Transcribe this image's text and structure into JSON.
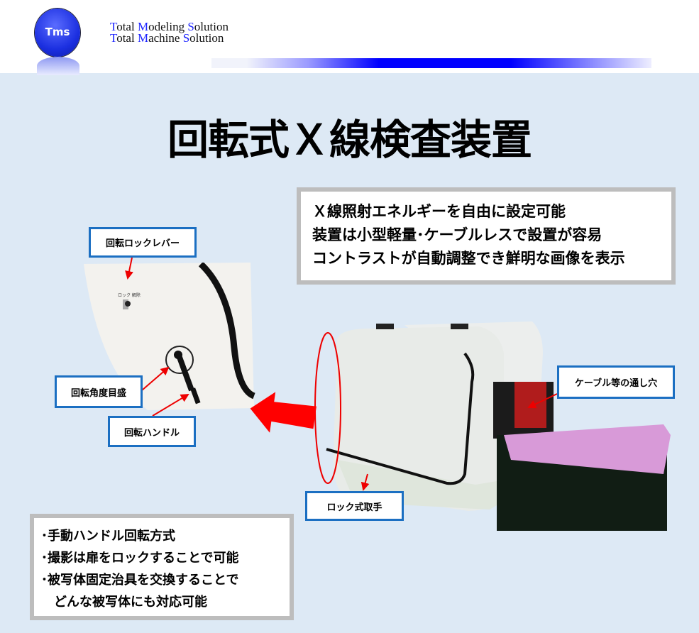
{
  "header": {
    "logo_text": "Tms",
    "tagline_1": {
      "t1": "T",
      "r1": "otal ",
      "t2": "M",
      "r2": "odeling ",
      "t3": "S",
      "r3": "olution"
    },
    "tagline_2": {
      "t1": "T",
      "r1": "otal ",
      "t2": "M",
      "r2": "achine ",
      "t3": "S",
      "r3": "olution"
    }
  },
  "title": "回転式Ｘ線検査装置",
  "features": [
    "Ｘ線照射エネルギーを自由に設定可能",
    "装置は小型軽量･ケーブルレスで設置が容易",
    "コントラストが自動調整でき鮮明な画像を表示"
  ],
  "labels": {
    "lock_lever": "回転ロックレバー",
    "angle_scale": "回転角度目盛",
    "handle": "回転ハンドル",
    "cable_hole": "ケーブル等の通し穴",
    "lock_grip": "ロック式取手"
  },
  "notes": [
    "･手動ハンドル回転方式",
    "･撮影は扉をロックすることで可能",
    "･被写体固定治具を交換することで",
    "　どんな被写体にも対応可能"
  ],
  "colors": {
    "background": "#dde9f5",
    "label_border": "#1b6fc2",
    "arrow": "#ff0000",
    "gradient_bar": "#0000ff"
  }
}
